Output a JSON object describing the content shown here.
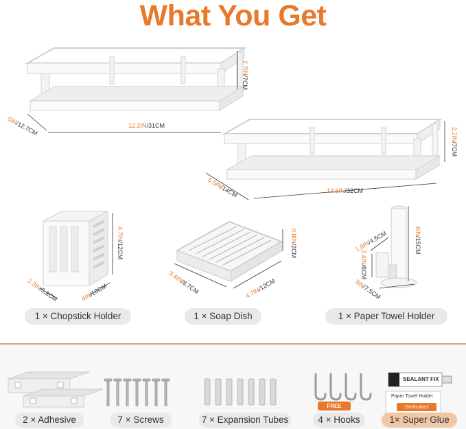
{
  "title": "What You Get",
  "shelf1": {
    "depth_value": "5IN",
    "depth_unit": "/12.7CM",
    "length_value": "12.2IN",
    "length_unit": "/31CM",
    "height_value": "2.7IN",
    "height_unit": "/7CM"
  },
  "shelf2": {
    "depth_value": "5.5IN",
    "depth_unit": "/14CM",
    "length_value": "12.6IN",
    "length_unit": "/32CM",
    "height_value": "2.7IN",
    "height_unit": "/7CM"
  },
  "chopstick": {
    "height_value": "4.7IN",
    "height_unit": "/12CM",
    "depth_value": "2.3IN",
    "depth_unit": "/5.8CM",
    "width_value": "4IN",
    "width_unit": "/10CM",
    "label": "1 × Chopstick Holder"
  },
  "soap": {
    "height_value": "0.8IN",
    "height_unit": "/2CM",
    "depth_value": "3.4IN",
    "depth_unit": "/8.7CM",
    "width_value": "4.7IN",
    "width_unit": "/12CM",
    "label": "1 × Soap Dish"
  },
  "towel": {
    "height_value": "6IN",
    "height_unit": "/15CM",
    "arm_value": "1.8IN",
    "arm_unit": "/4.5CM",
    "plate_value": "2.4IN",
    "plate_unit": "/6CM",
    "base_value": "3IN",
    "base_unit": "/7.5CM",
    "label": "1 × Paper Towel Holder"
  },
  "accessories": {
    "adhesive": "2 × Adhesive",
    "screws": "7 × Screws",
    "tubes": "7 × Expansion Tubes",
    "hooks": "4 × Hooks",
    "glue": "1× Super Glue",
    "free_tag": "FREE",
    "glue_tube_text": "SEALANT FIX",
    "glue_box_label": "Paper Towel Holder",
    "glue_box_tag": "Dedicated"
  },
  "colors": {
    "accent": "#e8782a",
    "pill": "#e9e9e9",
    "divider": "#c9a58c"
  }
}
